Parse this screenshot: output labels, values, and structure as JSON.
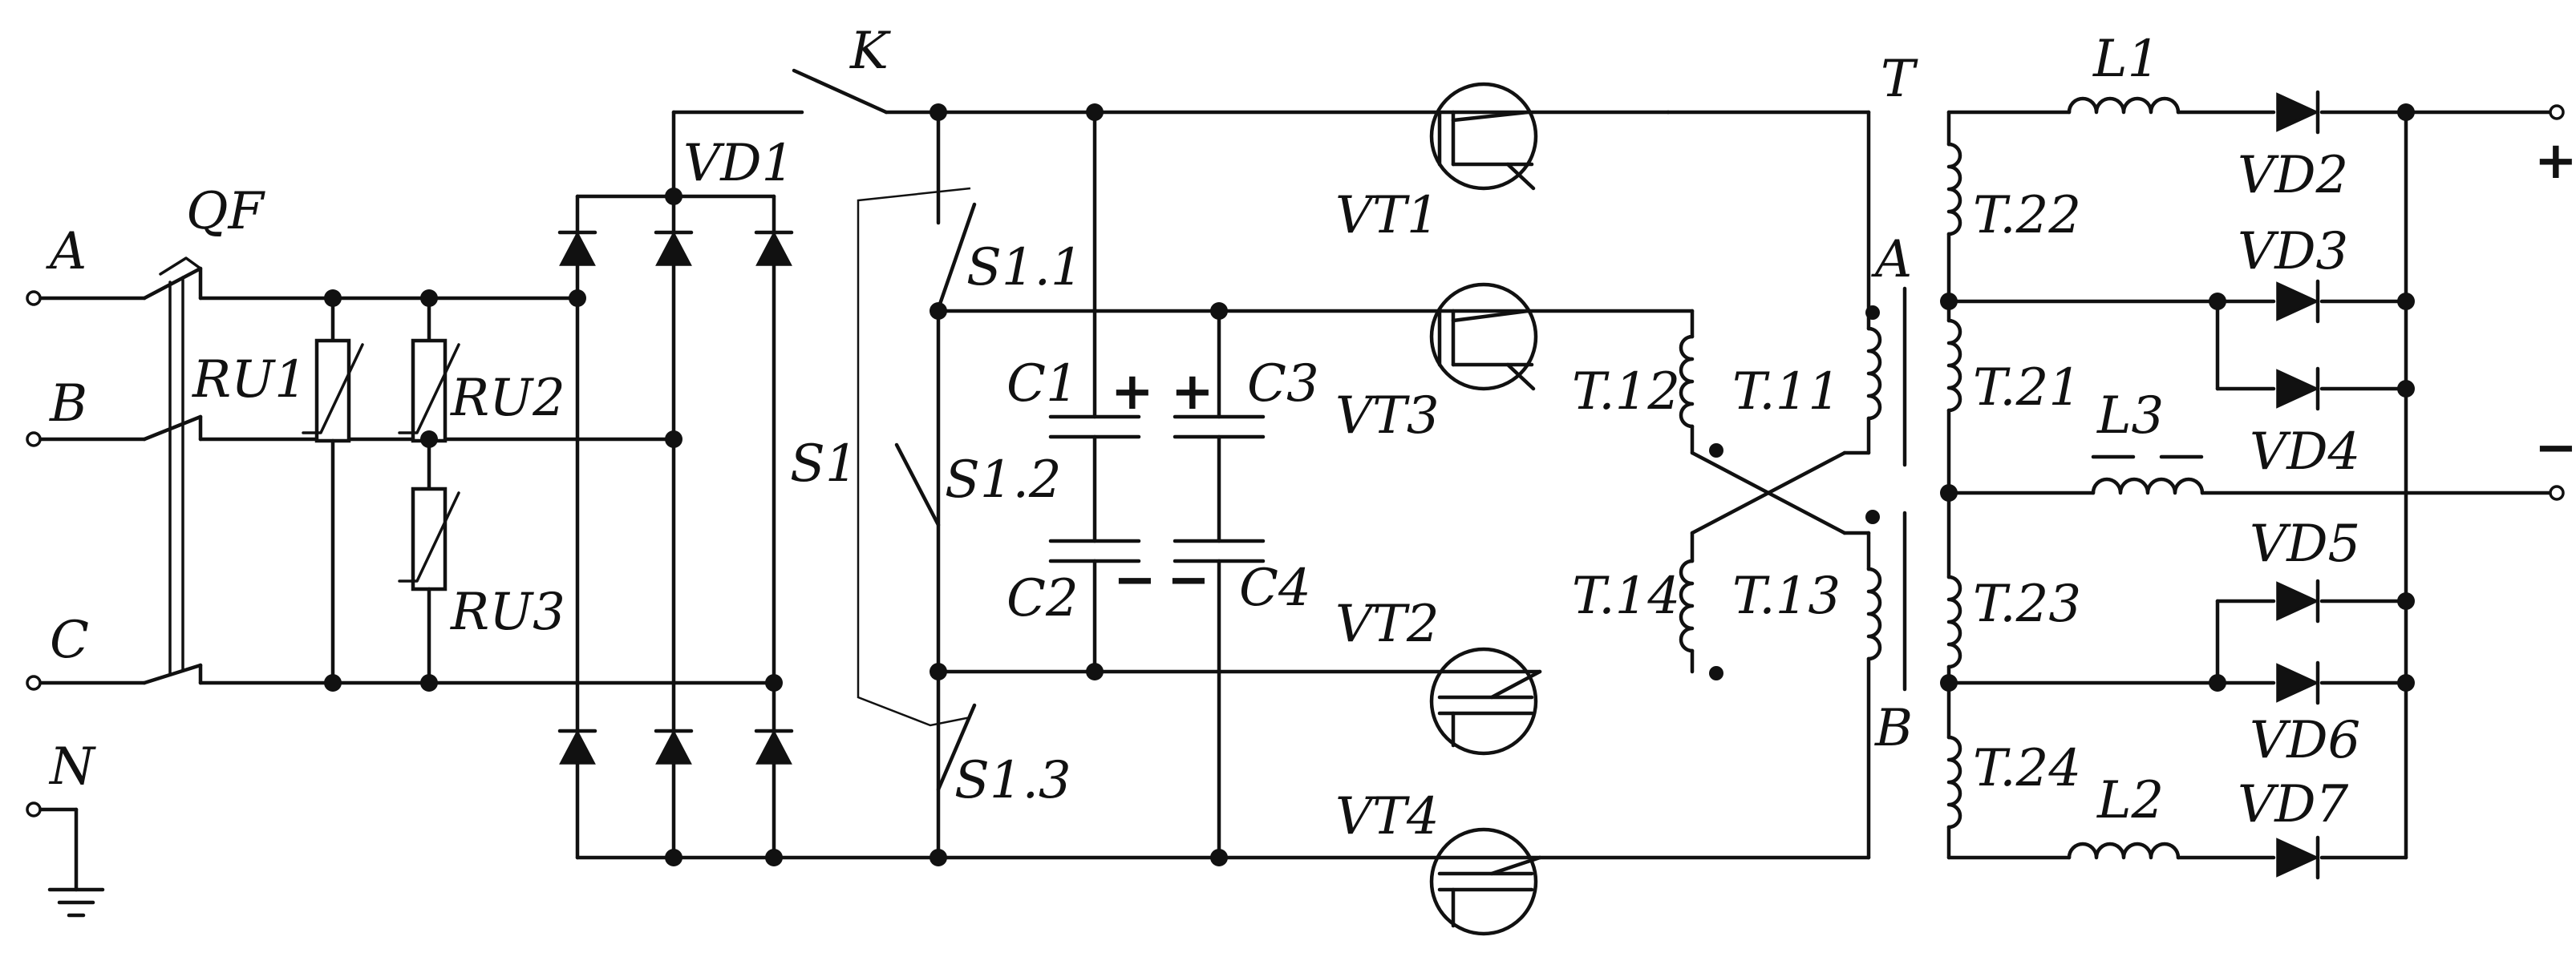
{
  "labels": {
    "A": "A",
    "B": "B",
    "C": "C",
    "N": "N",
    "QF": "QF",
    "RU1": "RU1",
    "RU2": "RU2",
    "RU3": "RU3",
    "VD1": "VD1",
    "K": "K",
    "S1": "S1",
    "S11": "S1.1",
    "S12": "S1.2",
    "S13": "S1.3",
    "C1": "C1",
    "C2": "C2",
    "C3": "C3",
    "C4": "C4",
    "VT1": "VT1",
    "VT2": "VT2",
    "VT3": "VT3",
    "VT4": "VT4",
    "T12": "T.12",
    "T11": "T.11",
    "T14": "T.14",
    "T13": "T.13",
    "T": "T",
    "TA": "A",
    "TB": "B",
    "T22": "T.22",
    "T21": "T.21",
    "T23": "T.23",
    "T24": "T.24",
    "L1": "L1",
    "L2": "L2",
    "L3": "L3",
    "VD2": "VD2",
    "VD3": "VD3",
    "VD4": "VD4",
    "VD5": "VD5",
    "VD6": "VD6",
    "VD7": "VD7",
    "plus": "+",
    "minus": "−",
    "c1plus": "+",
    "c3plus": "+",
    "c2minus": "−",
    "c4minus": "−"
  }
}
